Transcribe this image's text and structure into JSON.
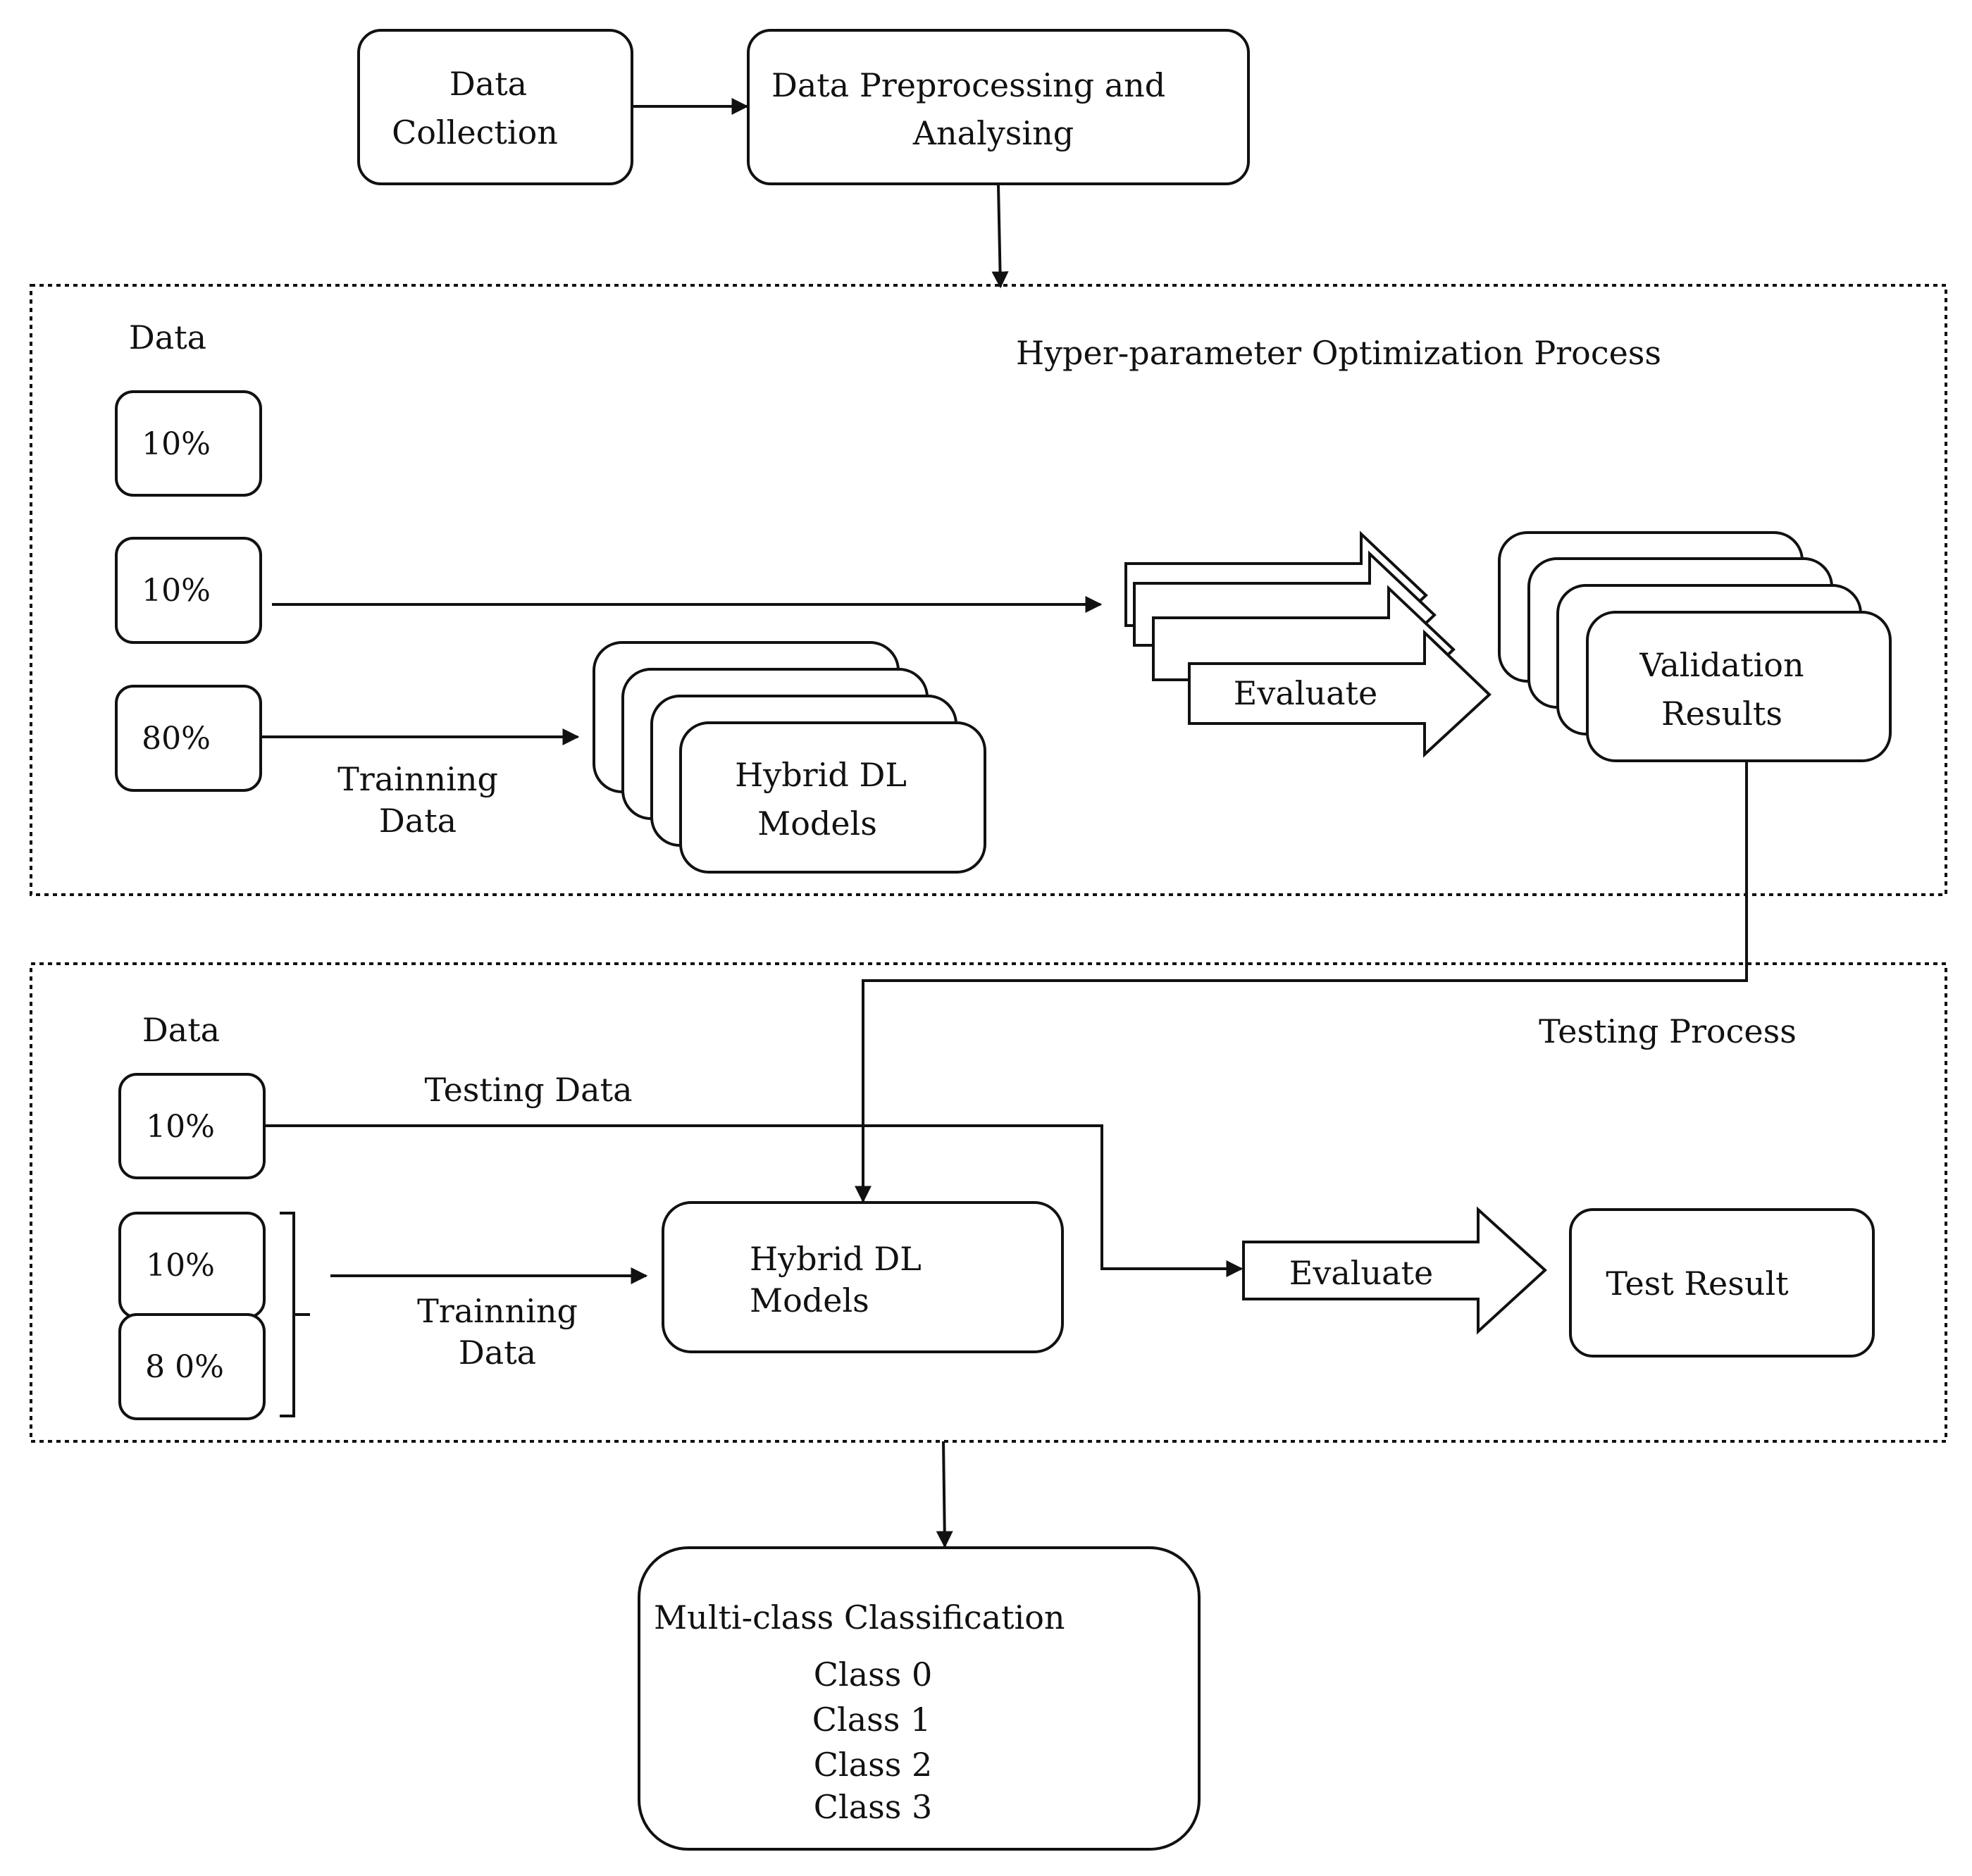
{
  "top": {
    "collection": [
      "Data",
      "Collection"
    ],
    "preprocessing": [
      "Data Preprocessing and",
      "Analysing"
    ]
  },
  "hpo": {
    "title": "Hyper-parameter Optimization Process",
    "data_label": "Data",
    "splits": [
      "10%",
      "10%",
      "80%"
    ],
    "training_label": [
      "Trainning",
      "Data"
    ],
    "models": [
      "Hybrid DL",
      "Models"
    ],
    "evaluate": "Evaluate",
    "results": [
      "Validation",
      "Results"
    ]
  },
  "testing": {
    "title": "Testing Process",
    "data_label": "Data",
    "splits": [
      "10%",
      "10%",
      "8 0%"
    ],
    "testing_data_label": "Testing Data",
    "training_label": [
      "Trainning",
      "Data"
    ],
    "models": [
      "Hybrid DL",
      "Models"
    ],
    "evaluate": "Evaluate",
    "result": "Test Result"
  },
  "classification": {
    "title": "Multi-class Classification",
    "classes": [
      "Class 0",
      "Class 1",
      "Class 2",
      "Class 3"
    ]
  }
}
